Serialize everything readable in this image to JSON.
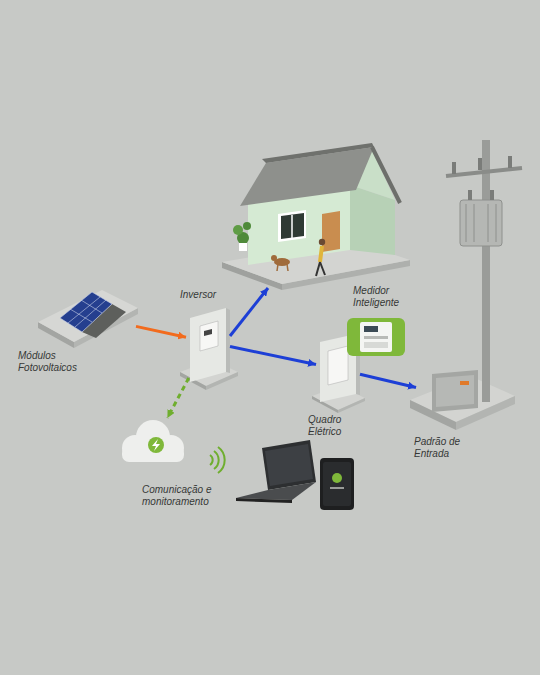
{
  "diagram": {
    "nodes": [
      {
        "text": [
          "Módulos Fotovoltaicos"
        ]
      },
      {
        "text": [
          "Inversor"
        ]
      },
      {
        "text": [
          "Medidor Inteligente"
        ]
      },
      {
        "text": [
          "Quadro Elétrico"
        ]
      },
      {
        "text": [
          "Padrão de Entrada"
        ]
      },
      {
        "text": [
          "Comunicação e monitoramento"
        ]
      }
    ],
    "edges": [
      {
        "from": 0,
        "to": 1,
        "arrow": "to"
      },
      {
        "from": 1,
        "to": 3,
        "arrow": "to"
      },
      {
        "from": 3,
        "to": 4,
        "arrow": "to"
      },
      {
        "from": 1,
        "to": 5,
        "arrow": "to"
      }
    ]
  }
}
